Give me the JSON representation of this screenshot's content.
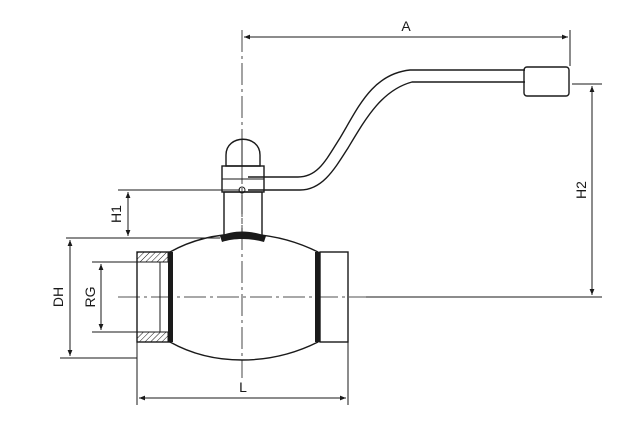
{
  "labels": {
    "a": "A",
    "h1": "H1",
    "h2": "H2",
    "dh": "DH",
    "rg": "RG",
    "l": "L"
  }
}
